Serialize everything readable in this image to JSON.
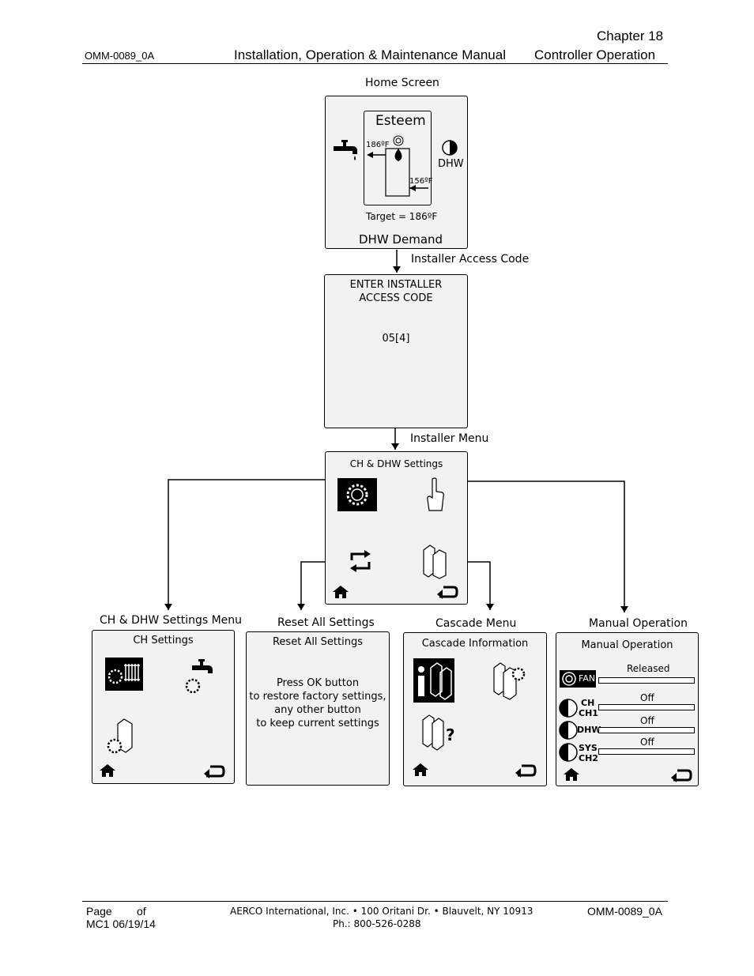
{
  "header": {
    "chapter": "Chapter 18",
    "doc_id": "OMM-0089_0A",
    "title": "Installation, Operation & Maintenance Manual",
    "section": "Controller Operation"
  },
  "flow": {
    "home_label": "Home Screen",
    "arrow1_label": "Installer Access Code",
    "arrow2_label": "Installer Menu",
    "branch1_label": "CH & DHW Settings Menu",
    "branch2_label": "Reset All Settings",
    "branch3_label": "Cascade Menu",
    "branch4_label": "Manual Operation"
  },
  "home": {
    "brand": "Esteem",
    "temp_out": "186ºF",
    "temp_in": "156ºF",
    "side_label": "DHW",
    "target": "Target = 186ºF",
    "status": "DHW Demand"
  },
  "access": {
    "line1": "ENTER INSTALLER",
    "line2": "ACCESS CODE",
    "code": "05[4]"
  },
  "installer_menu": {
    "title": "CH & DHW Settings"
  },
  "ch_settings": {
    "title": "CH Settings"
  },
  "reset": {
    "title": "Reset All Settings",
    "lines": [
      "Press OK button",
      "to restore factory settings,",
      "any other button",
      "to keep current settings"
    ]
  },
  "cascade": {
    "title": "Cascade Information"
  },
  "manual": {
    "title": "Manual Operation",
    "rows": [
      {
        "icon_text": "FAN",
        "value": "Released"
      },
      {
        "icon_text": "CH",
        "icon_sub": "CH1",
        "value": "Off"
      },
      {
        "icon_text": "DHW",
        "value": "Off"
      },
      {
        "icon_text": "SYS",
        "icon_sub": "CH2",
        "value": "Off"
      }
    ]
  },
  "footer": {
    "page": "Page",
    "of": "of",
    "revision": "MC1 06/19/14",
    "address": "AERCO International, Inc. • 100 Oritani Dr. •  Blauvelt, NY 10913",
    "phone": "Ph.: 800-526-0288",
    "doc_id": "OMM-0089_0A"
  }
}
